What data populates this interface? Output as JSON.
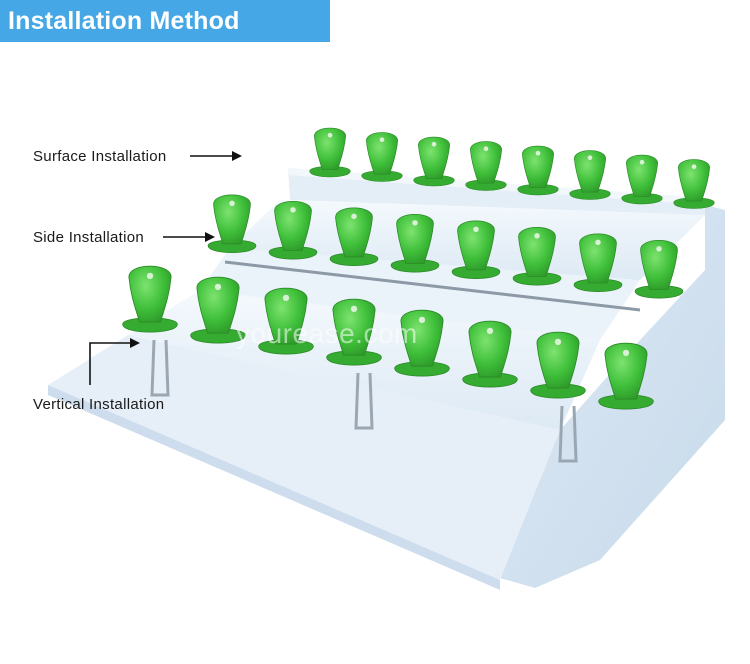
{
  "banner": {
    "title": "Installation Method"
  },
  "labels": {
    "surface": "Surface Installation",
    "side": "Side Installation",
    "vertical": "Vertical Installation"
  },
  "watermark": "yourease.com",
  "colors": {
    "banner": "#46a7e6",
    "seat_green": "#3fbf3a",
    "seat_dark": "#2e9a2a",
    "step_light": "#eef5fb",
    "step_mid": "#d9e7f3",
    "step_shadow": "#c4d8ea"
  }
}
